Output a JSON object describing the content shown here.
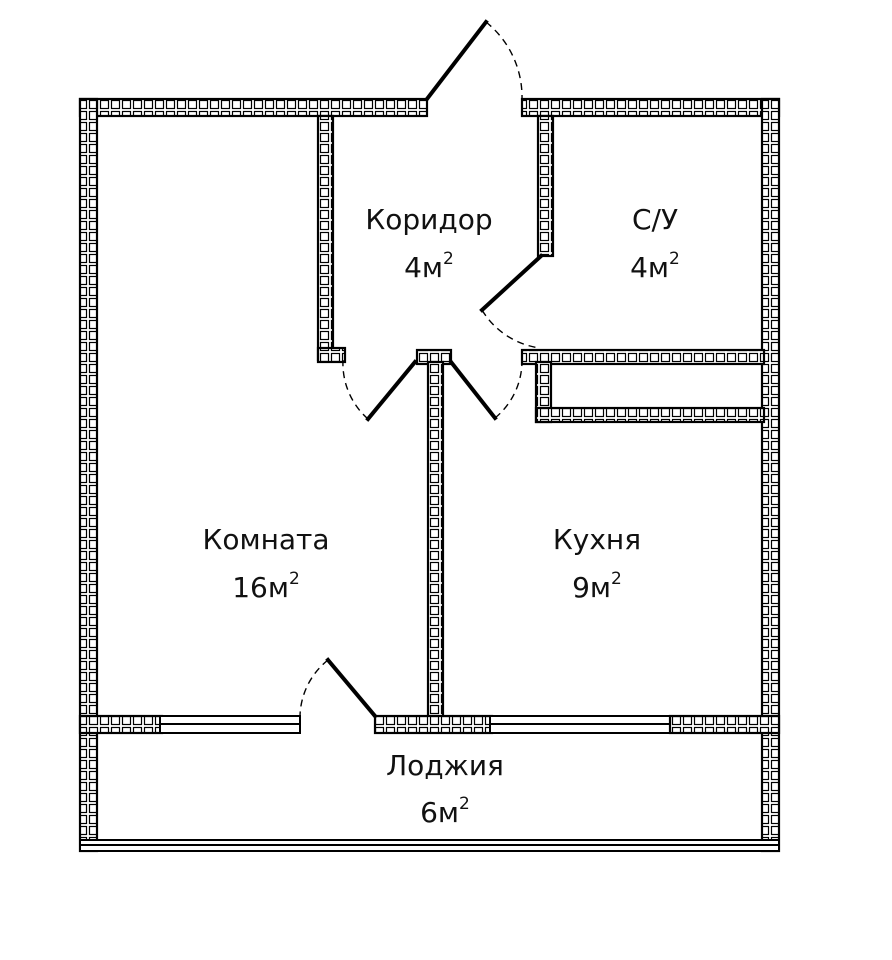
{
  "rooms": {
    "corridor": {
      "name": "Коридор",
      "area_value": "4м",
      "area_sup": "2"
    },
    "bathroom": {
      "name": "С/У",
      "area_value": "4м",
      "area_sup": "2"
    },
    "living": {
      "name": "Комната",
      "area_value": "16м",
      "area_sup": "2"
    },
    "kitchen": {
      "name": "Кухня",
      "area_value": "9м",
      "area_sup": "2"
    },
    "loggia": {
      "name": "Лоджия",
      "area_value": "6м",
      "area_sup": "2"
    }
  }
}
